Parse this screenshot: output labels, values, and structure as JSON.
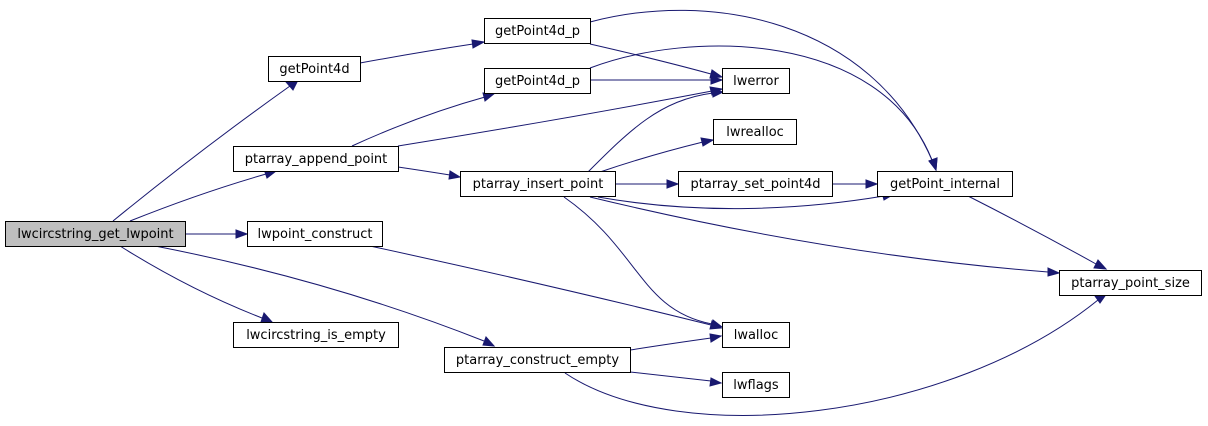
{
  "graph": {
    "nodes": {
      "lwcircstring_get_lwpoint": "lwcircstring_get_lwpoint",
      "getPoint4d": "getPoint4d",
      "getPoint4d_p_a": "getPoint4d_p",
      "getPoint4d_p_b": "getPoint4d_p",
      "ptarray_append_point": "ptarray_append_point",
      "lwpoint_construct": "lwpoint_construct",
      "lwcircstring_is_empty": "lwcircstring_is_empty",
      "ptarray_construct_empty": "ptarray_construct_empty",
      "ptarray_insert_point": "ptarray_insert_point",
      "lwerror": "lwerror",
      "lwrealloc": "lwrealloc",
      "ptarray_set_point4d": "ptarray_set_point4d",
      "getPoint_internal": "getPoint_internal",
      "ptarray_point_size": "ptarray_point_size",
      "lwalloc": "lwalloc",
      "lwflags": "lwflags"
    },
    "colors": {
      "edge": "#191970",
      "node_border": "#000000",
      "root_fill": "#bfbfbf",
      "node_fill": "#ffffff"
    }
  }
}
